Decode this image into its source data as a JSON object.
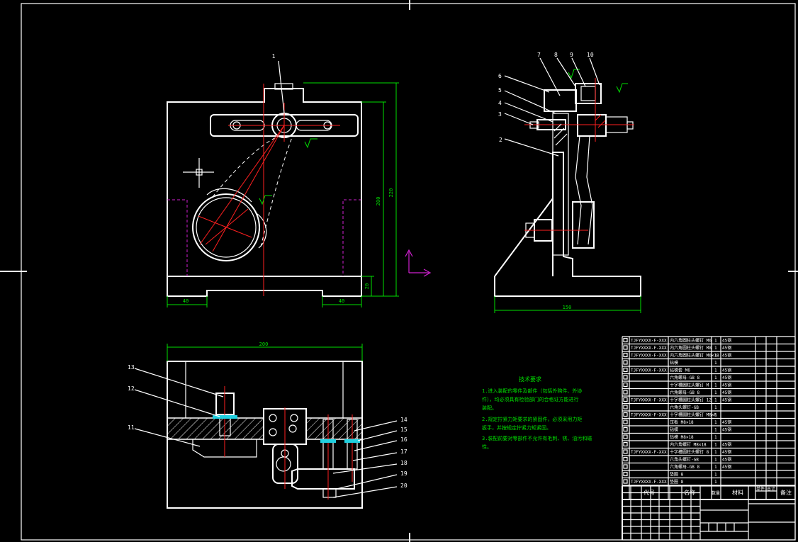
{
  "colors": {
    "background": "#000000",
    "outline": "#ffffff",
    "centerline": "#ff2020",
    "dimension": "#00e000",
    "hidden": "#d020d0",
    "leader": "#ffffff"
  },
  "front_view": {
    "dimensions": {
      "height_total": "220",
      "height_inner": "200",
      "base_height": "20",
      "left_width": "40",
      "right_width": "40"
    },
    "balloon": "1"
  },
  "side_view": {
    "dimensions": {
      "base_width": "150"
    },
    "balloons": [
      "2",
      "3",
      "4",
      "5",
      "6",
      "7",
      "8",
      "9",
      "10"
    ]
  },
  "top_view": {
    "dimensions": {
      "width": "200"
    },
    "balloons_left": [
      "13",
      "12",
      "11"
    ],
    "balloons_right": [
      "14",
      "15",
      "16",
      "17",
      "18",
      "19",
      "20"
    ]
  },
  "notes": {
    "title": "技术要求",
    "lines": [
      "1.进入装配的零件及部件（包括外购件、外协",
      "件），均必须具有检验部门的合格证方能进行",
      "装配。",
      "2.规定拧紧力矩要求的紧固件，必须采用力矩",
      "扳手，并按规定拧紧力矩紧固。",
      "3.装配前要对零部件不允许有毛刺、锈、油污和磁",
      "性。"
    ]
  },
  "bom": {
    "header": {
      "code": "代号",
      "name": "名称",
      "qty": "数量",
      "material": "材料",
      "weight_single": "单件",
      "weight_total": "总计",
      "remark": "备注"
    },
    "rows": [
      {
        "code": "TJFYXXXX-F-XXX",
        "name": "内六角圆柱头螺钉 M6",
        "qty": "1",
        "material": "45钢"
      },
      {
        "code": "TJFYXXXX-F-XXX",
        "name": "内六角圆柱头螺钉 M8",
        "qty": "1",
        "material": "45钢"
      },
      {
        "code": "TJFYXXXX-F-XXX",
        "name": "内六角圆柱头螺钉 M6×18",
        "qty": "1",
        "material": "45钢"
      },
      {
        "code": "",
        "name": "钻模",
        "qty": "1",
        "material": ""
      },
      {
        "code": "TJFYXXXX-F-XXX",
        "name": "钻模套 M6",
        "qty": "1",
        "material": "45钢"
      },
      {
        "code": "",
        "name": "六角螺母-GB 8",
        "qty": "1",
        "material": "45钢"
      },
      {
        "code": "",
        "name": "十字槽圆柱头螺钉 M",
        "qty": "1",
        "material": "45钢"
      },
      {
        "code": "",
        "name": "六角螺母-GB 8",
        "qty": "1",
        "material": "45钢"
      },
      {
        "code": "TJFYXXXX-F-XXX",
        "name": "十字槽圆柱头螺钉 12",
        "qty": "1",
        "material": "45钢"
      },
      {
        "code": "",
        "name": "六角头螺钉-GB",
        "qty": "1",
        "material": ""
      },
      {
        "code": "TJFYXXXX-F-XXX",
        "name": "十字槽圆柱头螺钉 M8×8",
        "qty": "1",
        "material": ""
      },
      {
        "code": "",
        "name": "压板 M8×18",
        "qty": "1",
        "material": "45钢"
      },
      {
        "code": "",
        "name": "钻模",
        "qty": "1",
        "material": "45钢"
      },
      {
        "code": "",
        "name": "钻模 M8×18",
        "qty": "1",
        "material": ""
      },
      {
        "code": "",
        "name": "内六角螺钉 M8×18",
        "qty": "1",
        "material": "45钢"
      },
      {
        "code": "TJFYXXXX-F-XXX",
        "name": "十字槽圆柱头螺钉 8",
        "qty": "1",
        "material": "45钢"
      },
      {
        "code": "",
        "name": "六角头螺钉-GB",
        "qty": "1",
        "material": "45钢"
      },
      {
        "code": "",
        "name": "六角螺母-GB 8",
        "qty": "1",
        "material": "45钢"
      },
      {
        "code": "",
        "name": "垫圈 8",
        "qty": "1",
        "material": ""
      },
      {
        "code": "TJFYXXXX-F-XXX",
        "name": "垫圈 8",
        "qty": "1",
        "material": ""
      }
    ]
  }
}
